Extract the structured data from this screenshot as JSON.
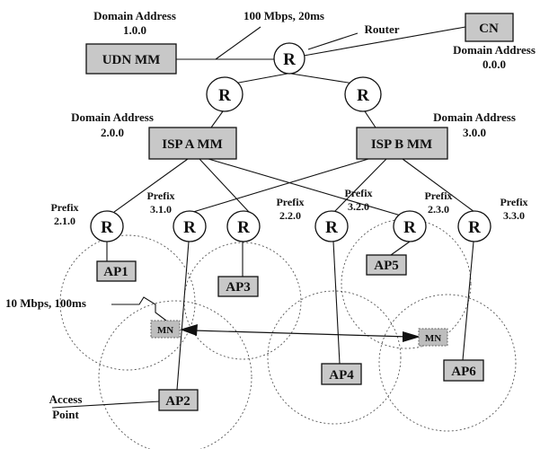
{
  "nodes": {
    "udn_mm": "UDN MM",
    "cn": "CN",
    "isp_a_mm": "ISP A MM",
    "isp_b_mm": "ISP B MM",
    "router": "R",
    "ap1": "AP1",
    "ap2": "AP2",
    "ap3": "AP3",
    "ap4": "AP4",
    "ap5": "AP5",
    "ap6": "AP6",
    "mn": "MN"
  },
  "labels": {
    "udn_domain_title": "Domain Address",
    "udn_domain_value": "1.0.0",
    "cn_domain_title": "Domain Address",
    "cn_domain_value": "0.0.0",
    "isp_a_domain_title": "Domain Address",
    "isp_a_domain_value": "2.0.0",
    "isp_b_domain_title": "Domain Address",
    "isp_b_domain_value": "3.0.0",
    "backbone_link": "100 Mbps, 20ms",
    "router_caption": "Router",
    "wireless_link": "10 Mbps, 100ms",
    "access_point_line1": "Access",
    "access_point_line2": "Point"
  },
  "prefixes": [
    {
      "title": "Prefix",
      "value": "2.1.0"
    },
    {
      "title": "Prefix",
      "value": "3.1.0"
    },
    {
      "title": "Prefix",
      "value": "2.2.0"
    },
    {
      "title": "Prefix",
      "value": "3.2.0"
    },
    {
      "title": "Prefix",
      "value": "2.3.0"
    },
    {
      "title": "Prefix",
      "value": "3.3.0"
    }
  ]
}
